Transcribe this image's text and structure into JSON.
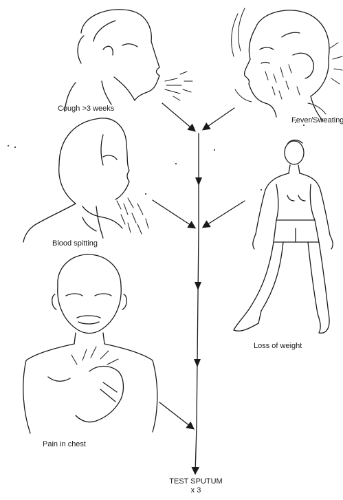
{
  "diagram": {
    "symptoms": [
      {
        "id": "cough",
        "label": "Cough >3 weeks"
      },
      {
        "id": "fever",
        "label": "Fever/Sweating"
      },
      {
        "id": "blood",
        "label": "Blood spitting"
      },
      {
        "id": "weight",
        "label": "Loss of weight"
      },
      {
        "id": "pain",
        "label": "Pain in chest"
      }
    ],
    "result": {
      "title": "TEST SPUTUM",
      "subtitle": "x 3"
    },
    "colors": {
      "ink": "#1a1a1a",
      "background": "#ffffff"
    }
  }
}
